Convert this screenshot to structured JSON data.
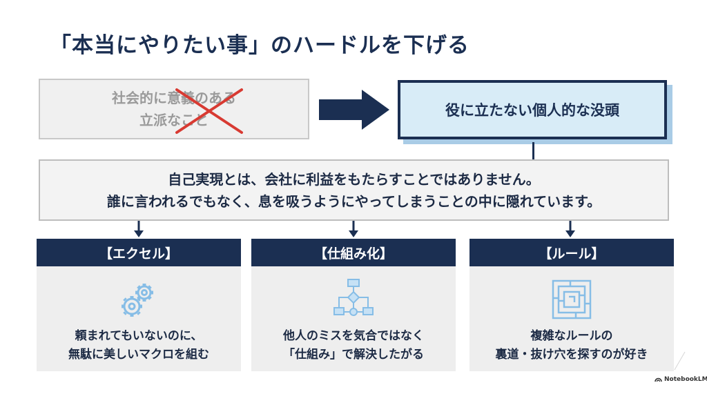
{
  "title": "「本当にやりたい事」のハードルを下げる",
  "old_idea": {
    "line1": "社会的に意義のある",
    "line2": "立派なこと"
  },
  "new_idea": "役に立たない個人的な没頭",
  "statement": {
    "line1": "自己実現とは、会社に利益をもたらすことではありません。",
    "line2": "誰に言われるでもなく、息を吸うようにやってしまうことの中に隠れています。"
  },
  "cards": [
    {
      "header": "【エクセル】",
      "icon": "gears-icon",
      "line1": "頼まれてもいないのに、",
      "line2": "無駄に美しいマクロを組む"
    },
    {
      "header": "【仕組み化】",
      "icon": "flowchart-icon",
      "line1": "他人のミスを気合ではなく",
      "line2": "「仕組み」で解決したがる"
    },
    {
      "header": "【ルール】",
      "icon": "maze-icon",
      "line1": "複雑なルールの",
      "line2": "裏道・抜け穴を探すのが好き"
    }
  ],
  "brand": "NotebookLM",
  "colors": {
    "navy": "#1b2f52",
    "light_blue": "#d8ecf7",
    "shadow_blue": "#a9cce6",
    "icon_blue": "#86bde6",
    "cross_red": "#d83a32",
    "card_bg": "#eeeeee"
  }
}
